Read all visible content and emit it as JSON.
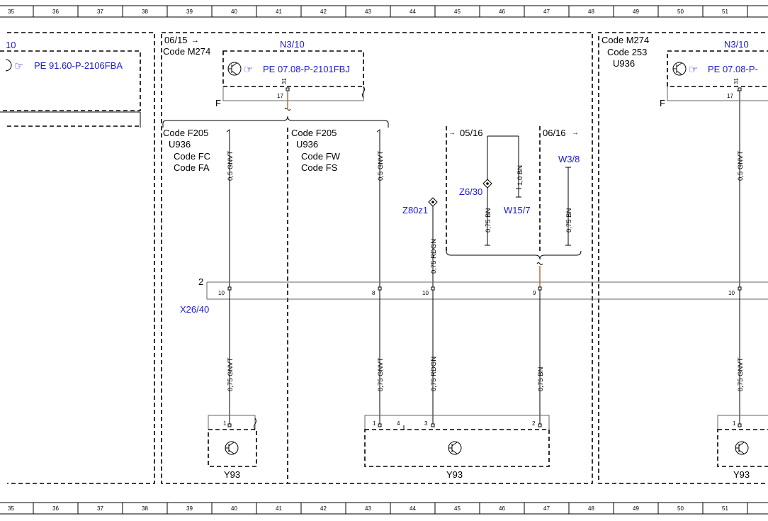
{
  "ruler": {
    "columns": [
      "35",
      "36",
      "37",
      "38",
      "39",
      "40",
      "41",
      "42",
      "43",
      "44",
      "45",
      "46",
      "47",
      "48",
      "49",
      "50",
      "51"
    ]
  },
  "panels": {
    "left": {
      "ref_partial": "10",
      "ref_doc": "PE 91.60-P-2106FBA"
    },
    "middle": {
      "date": "06/15",
      "code": "Code M274",
      "module": "N3/10",
      "module_doc": "PE 07.08-P-2101FBJ",
      "pin_top": "31",
      "pin_num": "17",
      "marker": "F"
    },
    "right": {
      "code1": "Code M274",
      "code2": "Code 253",
      "code3": "U936",
      "module": "N3/10",
      "module_doc": "PE 07.08-P-",
      "pin_top": "31",
      "pin_num": "17",
      "marker": "F"
    }
  },
  "variants": {
    "a": {
      "line1": "Code F205",
      "line2": "U936",
      "line3": "Code FC",
      "line4": "Code FA"
    },
    "b": {
      "line1": "Code F205",
      "line2": "U936",
      "line3": "Code FW",
      "line4": "Code FS"
    }
  },
  "subbox": {
    "date_start": "05/16",
    "date_end": "06/16",
    "z6": "Z6/30",
    "w15": "W15/7",
    "w3": "W3/8",
    "wire_10bn": "1,0 BN",
    "wire_z6": "0,75 BN",
    "wire_w15": "0,75 BN",
    "wire_w3": "0,75 BN"
  },
  "z80": {
    "label": "Z80z1",
    "wire": "0,75 RDGN"
  },
  "connector": {
    "label": "X26/40",
    "pin": "2",
    "pins": [
      "10",
      "8",
      "10",
      "9",
      "10"
    ]
  },
  "upper_wires": [
    "0,5 GNVT",
    "0,5 GNVT",
    "0,5 GNVT"
  ],
  "lower_wires": [
    "0,75 GNVT",
    "0,75 GNVT",
    "0,75 RDGN",
    "0,75 BN",
    "0,75 GNVT"
  ],
  "valves": {
    "left": {
      "label": "Y93",
      "pin": "1"
    },
    "middle": {
      "label": "Y93",
      "pin1": "1",
      "pin4": "4",
      "pin3": "3",
      "pin2": "2"
    },
    "right": {
      "label": "Y93",
      "pin": "1"
    }
  }
}
